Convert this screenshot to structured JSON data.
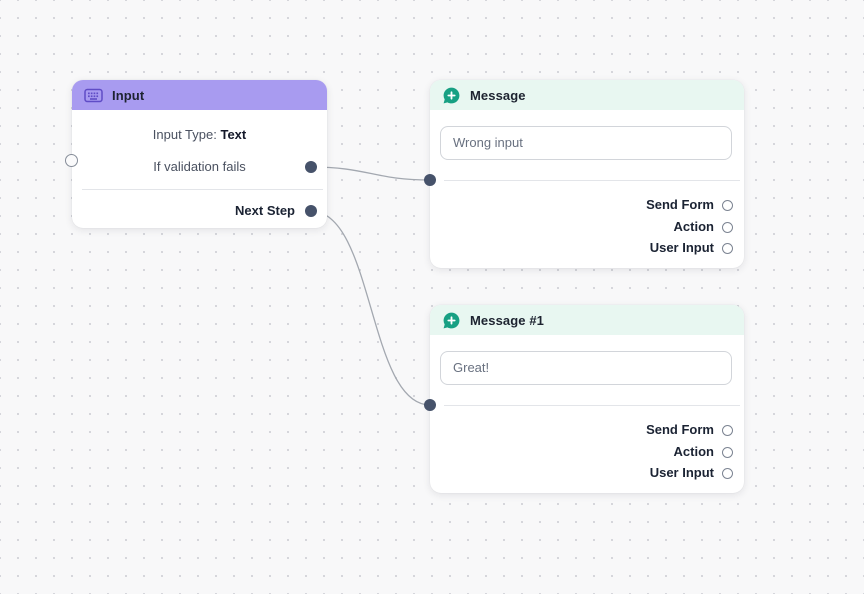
{
  "canvas": {
    "background": "#f8f8f9",
    "dot_color": "#cfd0d6"
  },
  "colors": {
    "input_header": "#a89bf0",
    "message_header": "#e8f7f1",
    "message_icon_green": "#17a083",
    "port_fill": "#46526a",
    "edge_stroke": "#a3a8b0"
  },
  "nodes": {
    "input": {
      "title": "Input",
      "icon": "keyboard-icon",
      "input_type_label": "Input Type: ",
      "input_type_value": "Text",
      "validation_label": "If validation fails",
      "next_step_label": "Next Step"
    },
    "message": {
      "title": "Message",
      "icon": "chat-bubble-plus-icon",
      "message_text": "Wrong input",
      "options": [
        "Send Form",
        "Action",
        "User Input"
      ]
    },
    "message_1": {
      "title": "Message #1",
      "icon": "chat-bubble-plus-icon",
      "message_text": "Great!",
      "options": [
        "Send Form",
        "Action",
        "User Input"
      ]
    }
  },
  "edges": [
    {
      "from": "input.validation-port",
      "to": "message.left-port"
    },
    {
      "from": "input.next-step-port",
      "to": "message-1.left-port"
    }
  ]
}
